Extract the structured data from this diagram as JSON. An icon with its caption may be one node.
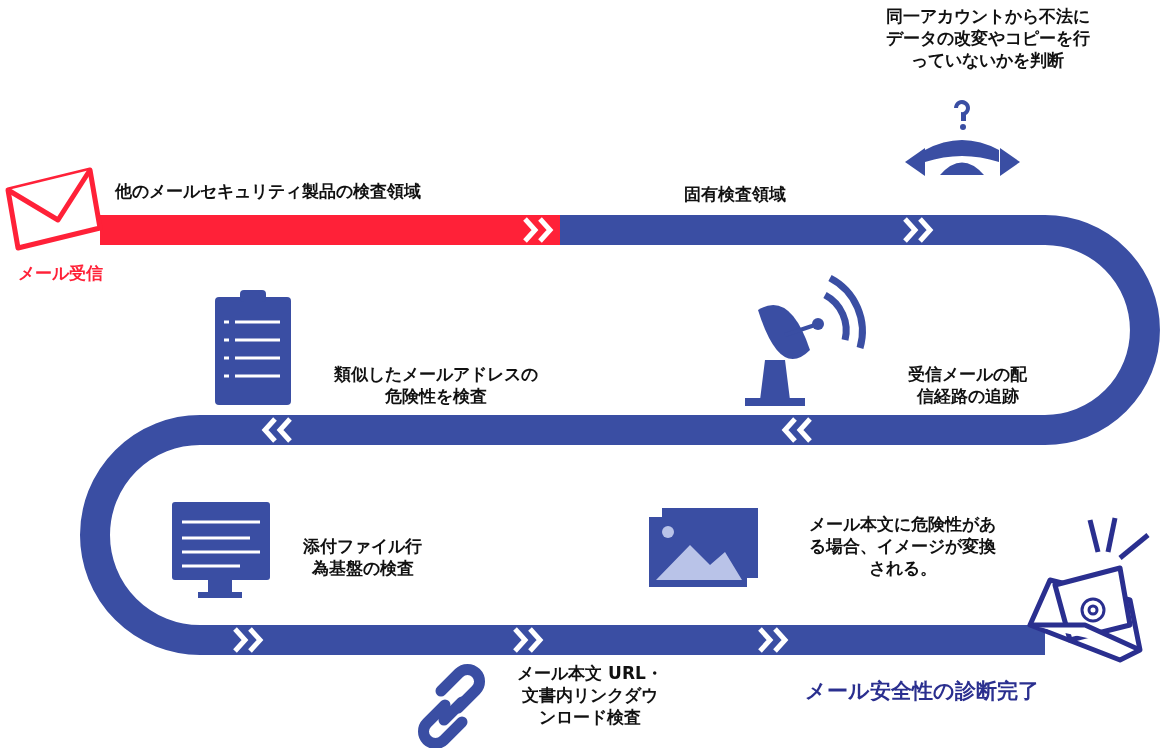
{
  "diagram": {
    "labels": [
      "同一アカウントから不法にデータの改変やコピーを行っていないかを判断",
      "他のメールセキュリティ製品の検査領域",
      "固有検査領域",
      "メール受信",
      "類似したメールアドレスの危険性を検査",
      "受信メールの配信経路の追跡",
      "添付ファイル行為基盤の検査",
      "メール本文に危険性がある場合、イメージが変換される。",
      "メール本文 URL・文書内リンクダウンロード検査",
      "メール安全性の診断完了"
    ]
  }
}
